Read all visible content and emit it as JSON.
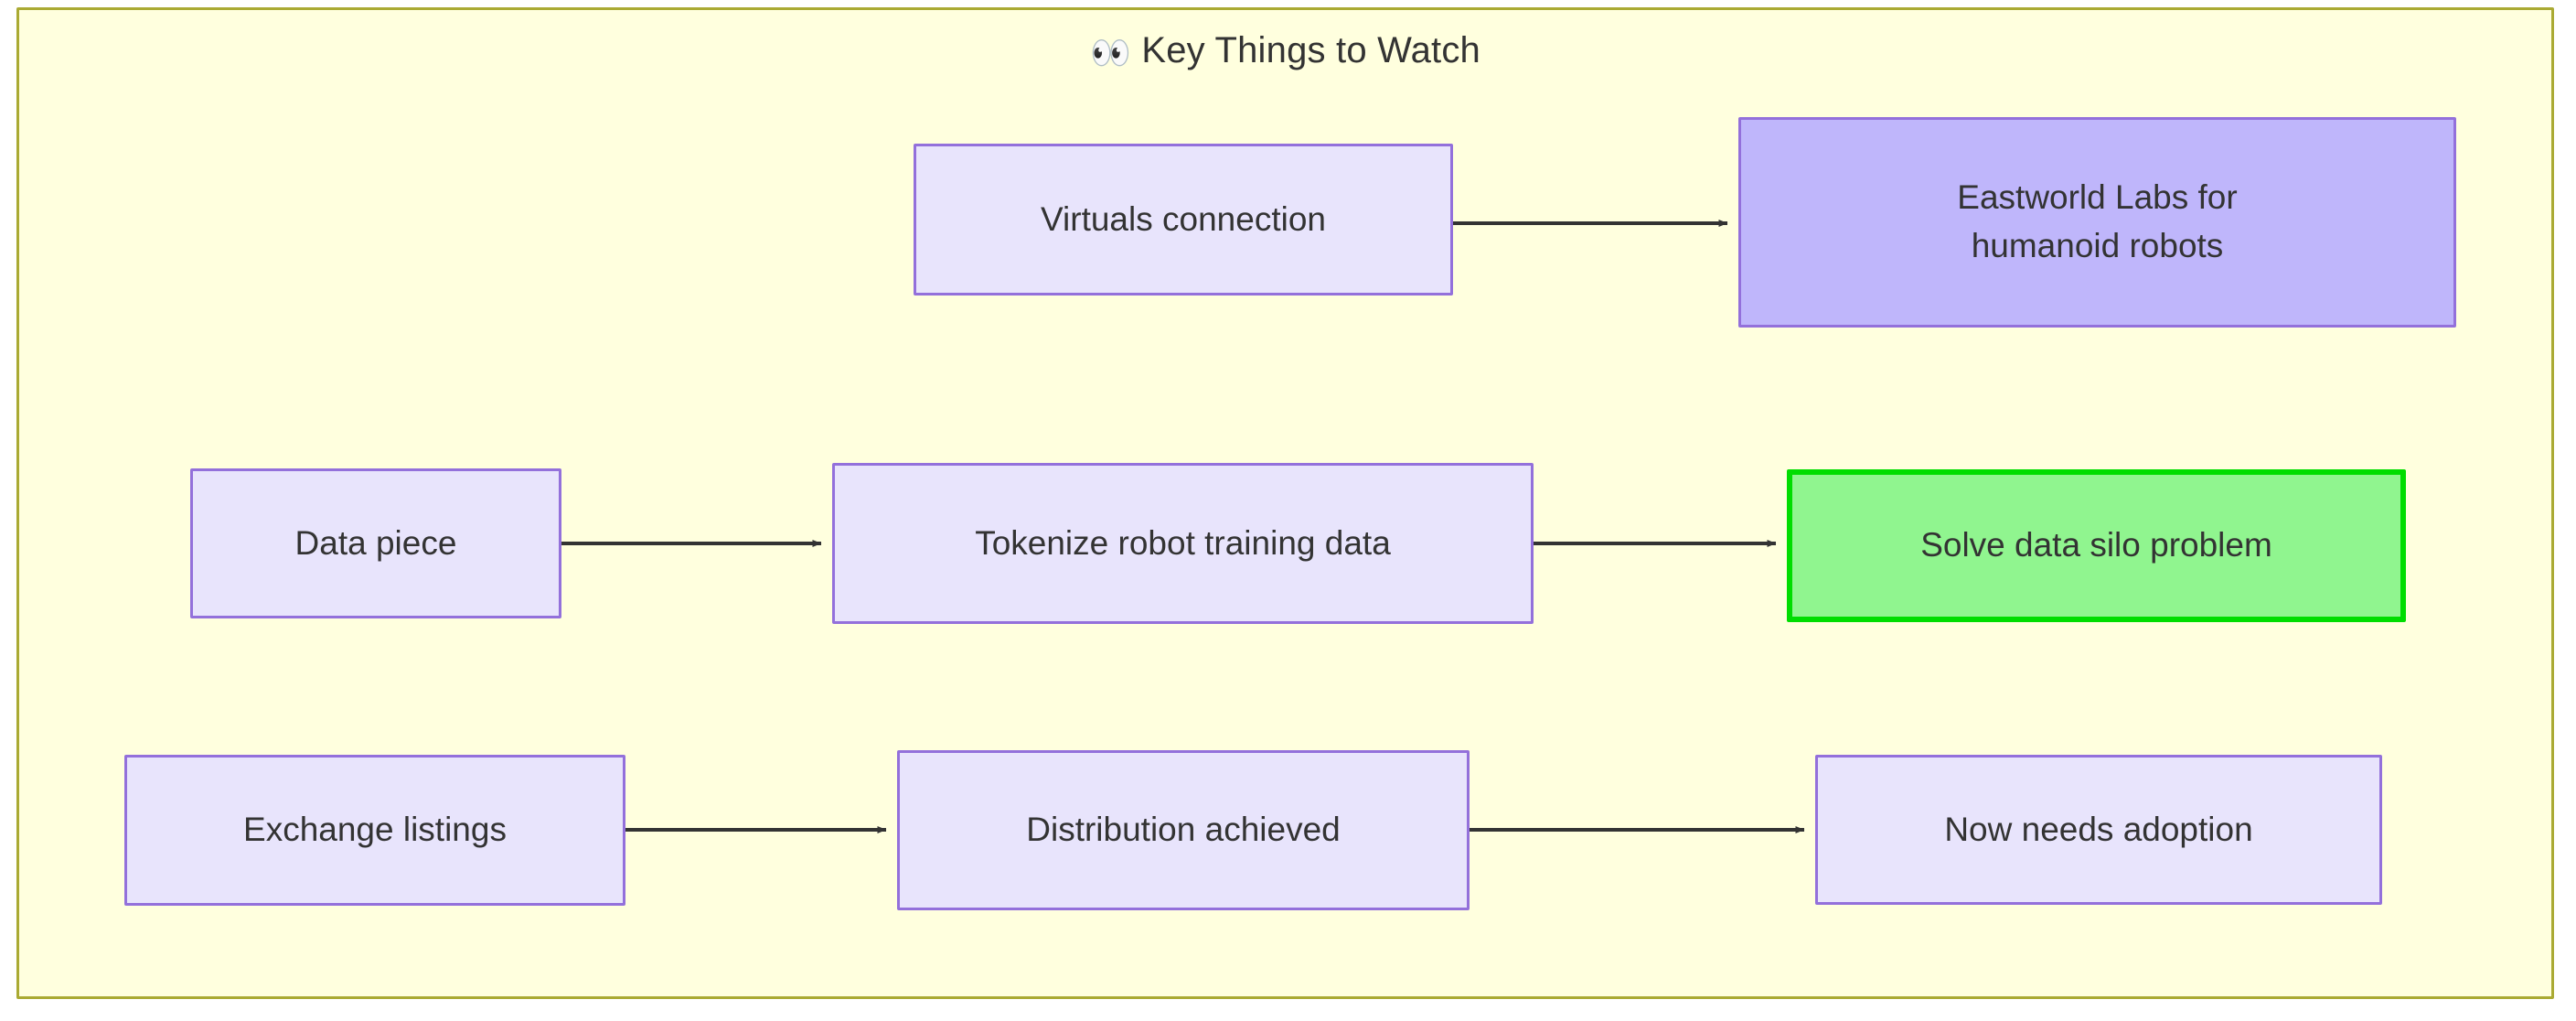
{
  "diagram": {
    "type": "flowchart",
    "direction": "left-to-right",
    "page_background": "#ffffff",
    "subgraph": {
      "title_emoji": "👀",
      "title_text": "Key Things to Watch",
      "background_color": "#ffffde",
      "border_color": "#aaaa33"
    },
    "colors": {
      "node_default_fill": "#e8e4fc",
      "node_default_border": "#9370db",
      "node_highlight_purple_fill": "#bfb6fb",
      "node_highlight_purple_border": "#9370db",
      "node_highlight_green_fill": "#90f58f",
      "node_highlight_green_border": "#00dd00",
      "edge_stroke": "#333333",
      "text_color": "#333333"
    },
    "nodes": [
      {
        "id": "virtuals-connection",
        "label": "Virtuals connection",
        "style": "default",
        "row": 1
      },
      {
        "id": "eastworld-labs",
        "label": "Eastworld Labs for\nhumanoid robots",
        "style": "highlight-purple",
        "row": 1
      },
      {
        "id": "data-piece",
        "label": "Data piece",
        "style": "default",
        "row": 2
      },
      {
        "id": "tokenize-robot-data",
        "label": "Tokenize robot training data",
        "style": "default",
        "row": 2
      },
      {
        "id": "solve-data-silo",
        "label": "Solve data silo problem",
        "style": "highlight-green",
        "row": 2
      },
      {
        "id": "exchange-listings",
        "label": "Exchange listings",
        "style": "default",
        "row": 3
      },
      {
        "id": "distribution-achieved",
        "label": "Distribution achieved",
        "style": "default",
        "row": 3
      },
      {
        "id": "now-needs-adoption",
        "label": "Now needs adoption",
        "style": "default",
        "row": 3
      }
    ],
    "edges": [
      {
        "from": "virtuals-connection",
        "to": "eastworld-labs",
        "label": "",
        "arrow": "solid-arrow"
      },
      {
        "from": "data-piece",
        "to": "tokenize-robot-data",
        "label": "",
        "arrow": "solid-arrow"
      },
      {
        "from": "tokenize-robot-data",
        "to": "solve-data-silo",
        "label": "",
        "arrow": "solid-arrow"
      },
      {
        "from": "exchange-listings",
        "to": "distribution-achieved",
        "label": "",
        "arrow": "solid-arrow"
      },
      {
        "from": "distribution-achieved",
        "to": "now-needs-adoption",
        "label": "",
        "arrow": "solid-arrow"
      }
    ]
  }
}
